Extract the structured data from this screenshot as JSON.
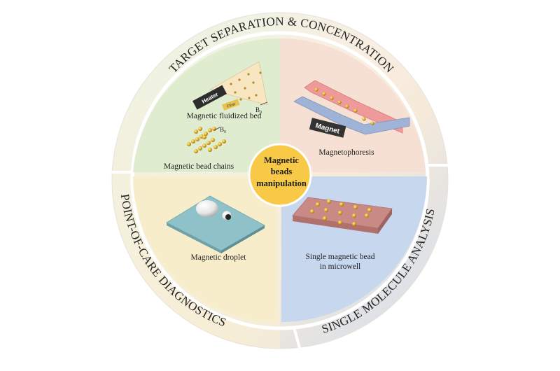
{
  "ring_labels": {
    "top": "TARGET SEPARATION & CONCENTRATION",
    "left": "POINT-OF-CARE DIAGNOSTICS",
    "right": "SINGLE MOLECULE ANALYSIS"
  },
  "center": {
    "line1": "Magnetic",
    "line2": "beads",
    "line3": "manipulation"
  },
  "quadrants": {
    "top_left": {
      "label_upper": "Magnetic fluidized bed",
      "label_lower": "Magnetic bead chains",
      "heater_tag": "Heater",
      "flow_tag": "Flow",
      "field_label_upper": "B₀",
      "field_label_lower": "B₀"
    },
    "top_right": {
      "label": "Magnetophoresis",
      "magnet_tag": "Magnet"
    },
    "bottom_left": {
      "label": "Magnetic droplet"
    },
    "bottom_right": {
      "label_line1": "Single magnetic bead",
      "label_line2": "in microwell"
    }
  },
  "colors": {
    "q_top_left": "#dfeccf",
    "q_top_right": "#f6dfd3",
    "q_bottom_left": "#f8edcb",
    "q_bottom_right": "#c6d7ee",
    "center_circle": "#f7c946",
    "ring_left_top": "#e9f1df",
    "ring_right_top": "#f7e3d8",
    "ring_left_bottom": "#f7efd5",
    "ring_right_bottom": "#d2deef"
  }
}
